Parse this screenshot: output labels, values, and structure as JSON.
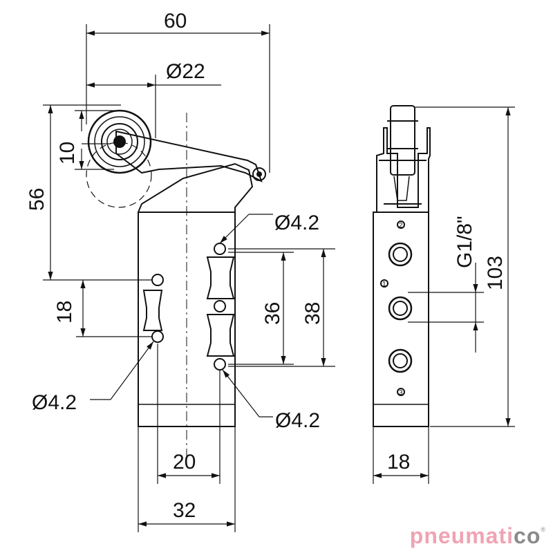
{
  "dimensions": {
    "width_60": "60",
    "roller_dia": "Ø22",
    "lever_10": "10",
    "height_56": "56",
    "spacing_18_left": "18",
    "hole_dia_top": "Ø4.2",
    "hole_dia_left": "Ø4.2",
    "hole_dia_bottom": "Ø4.2",
    "spacing_36": "36",
    "spacing_38": "38",
    "width_20": "20",
    "width_32": "32",
    "thread": "G1/8\"",
    "height_103": "103",
    "width_18_side": "18"
  },
  "port_labels": {
    "port_top": "2",
    "port_mid": "1",
    "port_bottom": "3"
  },
  "logo": {
    "brand_pink": "pneumati",
    "brand_gray": "co",
    "registered": "®"
  }
}
